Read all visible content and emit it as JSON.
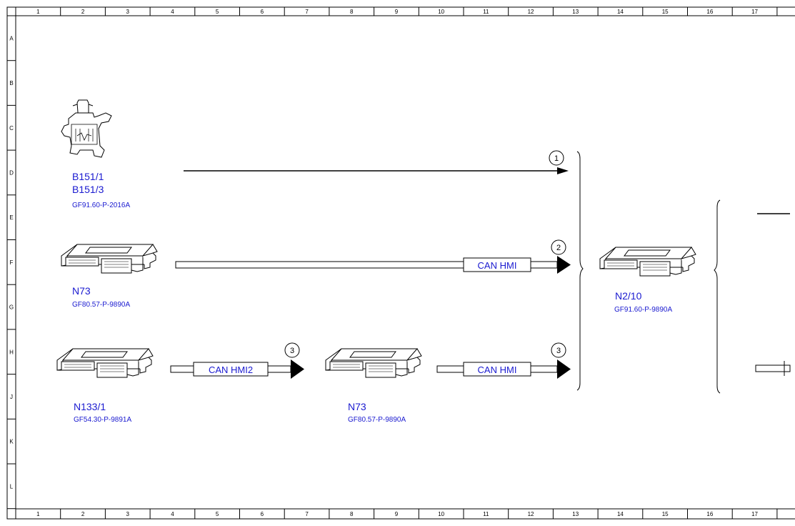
{
  "frame": {
    "columns": [
      "1",
      "2",
      "3",
      "4",
      "5",
      "6",
      "7",
      "8",
      "9",
      "10",
      "11",
      "12",
      "13",
      "14",
      "15",
      "16",
      "17"
    ],
    "rows": [
      "A",
      "B",
      "C",
      "D",
      "E",
      "F",
      "G",
      "H",
      "J",
      "K",
      "L"
    ]
  },
  "components": {
    "b151": {
      "name_line1": "B151/1",
      "name_line2": "B151/3",
      "ref": "GF91.60-P-2016A"
    },
    "n73_top": {
      "name": "N73",
      "ref": "GF80.57-P-9890A"
    },
    "n133": {
      "name": "N133/1",
      "ref": "GF54.30-P-9891A"
    },
    "n73_mid": {
      "name": "N73",
      "ref": "GF80.57-P-9890A"
    },
    "n2_10": {
      "name": "N2/10",
      "ref": "GF91.60-P-9890A"
    }
  },
  "signals": {
    "line1": {
      "number": "1"
    },
    "line2": {
      "number": "2",
      "bus": "CAN HMI"
    },
    "line3a": {
      "number": "3",
      "bus": "CAN HMI2"
    },
    "line3b": {
      "number": "3",
      "bus": "CAN HMI"
    }
  }
}
